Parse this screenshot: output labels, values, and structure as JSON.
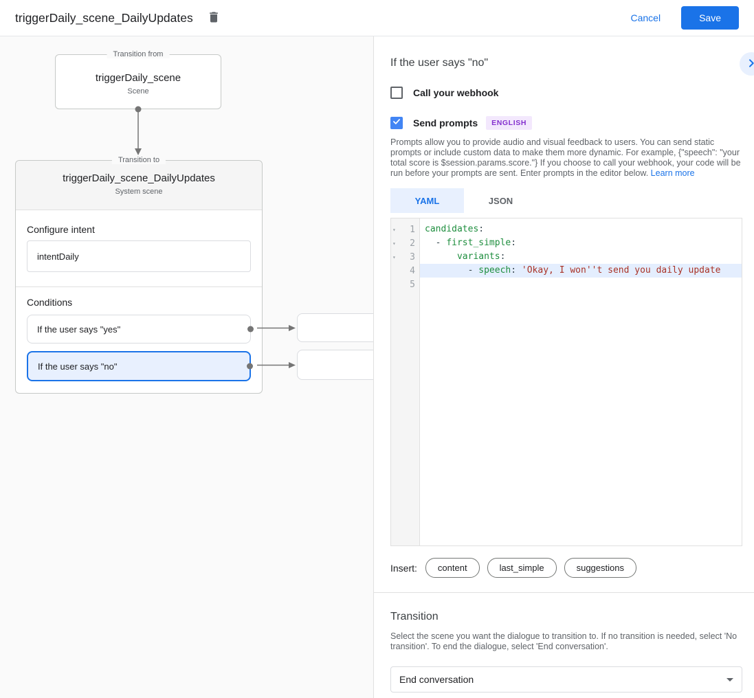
{
  "header": {
    "title": "triggerDaily_scene_DailyUpdates",
    "cancel_label": "Cancel",
    "save_label": "Save"
  },
  "flow": {
    "from_box": {
      "legend": "Transition from",
      "title": "triggerDaily_scene",
      "subtitle": "Scene"
    },
    "to_box": {
      "legend": "Transition to",
      "title": "triggerDaily_scene_DailyUpdates",
      "subtitle": "System scene"
    },
    "intent_section": {
      "label": "Configure intent",
      "value": "intentDaily"
    },
    "conditions_section": {
      "label": "Conditions",
      "items": [
        {
          "label": "If the user says \"yes\"",
          "selected": false
        },
        {
          "label": "If the user says \"no\"",
          "selected": true
        }
      ]
    }
  },
  "panel": {
    "title": "If the user says \"no\"",
    "webhook": {
      "label": "Call your webhook",
      "checked": false
    },
    "prompts": {
      "label": "Send prompts",
      "checked": true,
      "badge": "ENGLISH",
      "description": "Prompts allow you to provide audio and visual feedback to users. You can send static prompts or include custom data to make them more dynamic. For example, {\"speech\": \"your total score is $session.params.score.\"} If you choose to call your webhook, your code will be run before your prompts are sent. Enter prompts in the editor below. ",
      "learn_more": "Learn more"
    },
    "tabs": [
      {
        "label": "YAML",
        "active": true
      },
      {
        "label": "JSON",
        "active": false
      }
    ],
    "editor": {
      "fold_glyph": "▾",
      "lines": [
        {
          "num": 1,
          "fold": true,
          "highlight": false,
          "tokens": [
            {
              "t": "candidates",
              "c": "key"
            },
            {
              "t": ":",
              "c": "plain"
            }
          ]
        },
        {
          "num": 2,
          "fold": true,
          "highlight": false,
          "tokens": [
            {
              "t": "  - ",
              "c": "plain"
            },
            {
              "t": "first_simple",
              "c": "key"
            },
            {
              "t": ":",
              "c": "plain"
            }
          ]
        },
        {
          "num": 3,
          "fold": true,
          "highlight": false,
          "tokens": [
            {
              "t": "      ",
              "c": "plain"
            },
            {
              "t": "variants",
              "c": "key"
            },
            {
              "t": ":",
              "c": "plain"
            }
          ]
        },
        {
          "num": 4,
          "fold": false,
          "highlight": true,
          "tokens": [
            {
              "t": "        - ",
              "c": "plain"
            },
            {
              "t": "speech",
              "c": "key"
            },
            {
              "t": ": ",
              "c": "plain"
            },
            {
              "t": "'Okay, I won''t send you daily update",
              "c": "string"
            }
          ]
        },
        {
          "num": 5,
          "fold": false,
          "highlight": false,
          "tokens": []
        }
      ]
    },
    "insert": {
      "label": "Insert:",
      "chips": [
        "content",
        "last_simple",
        "suggestions"
      ]
    },
    "transition": {
      "title": "Transition",
      "description": "Select the scene you want the dialogue to transition to. If no transition is needed, select 'No transition'. To end the dialogue, select 'End conversation'.",
      "value": "End conversation"
    }
  },
  "colors": {
    "accent_blue": "#1a73e8",
    "checkbox_blue": "#4285f4",
    "selected_condition_bg": "#e8f0fe",
    "badge_purple_text": "#8430ce",
    "badge_purple_bg": "#f3e8fd",
    "code_key_green": "#1e8e3e",
    "code_string_red": "#a93226",
    "canvas_bg": "#fafafa"
  }
}
